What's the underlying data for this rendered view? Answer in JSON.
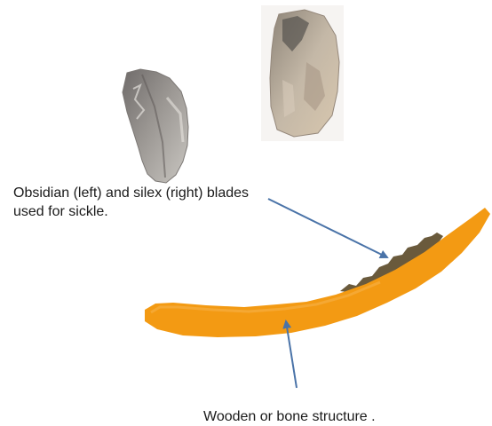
{
  "captions": {
    "blades": "Obsidian (left) and silex (right) blades\nused for sickle.",
    "structure": "Wooden or bone structure ."
  },
  "colors": {
    "background": "#ffffff",
    "handle": "#f39a13",
    "blade_edge": "#6a5a3c",
    "arrow": "#4a73a8",
    "text": "#1a1a1a",
    "obsidian_blade": "#8e8a87",
    "silex_blade": "#b3a392"
  },
  "images": {
    "left": "obsidian-blade-photo",
    "right": "silex-blade-photo"
  }
}
